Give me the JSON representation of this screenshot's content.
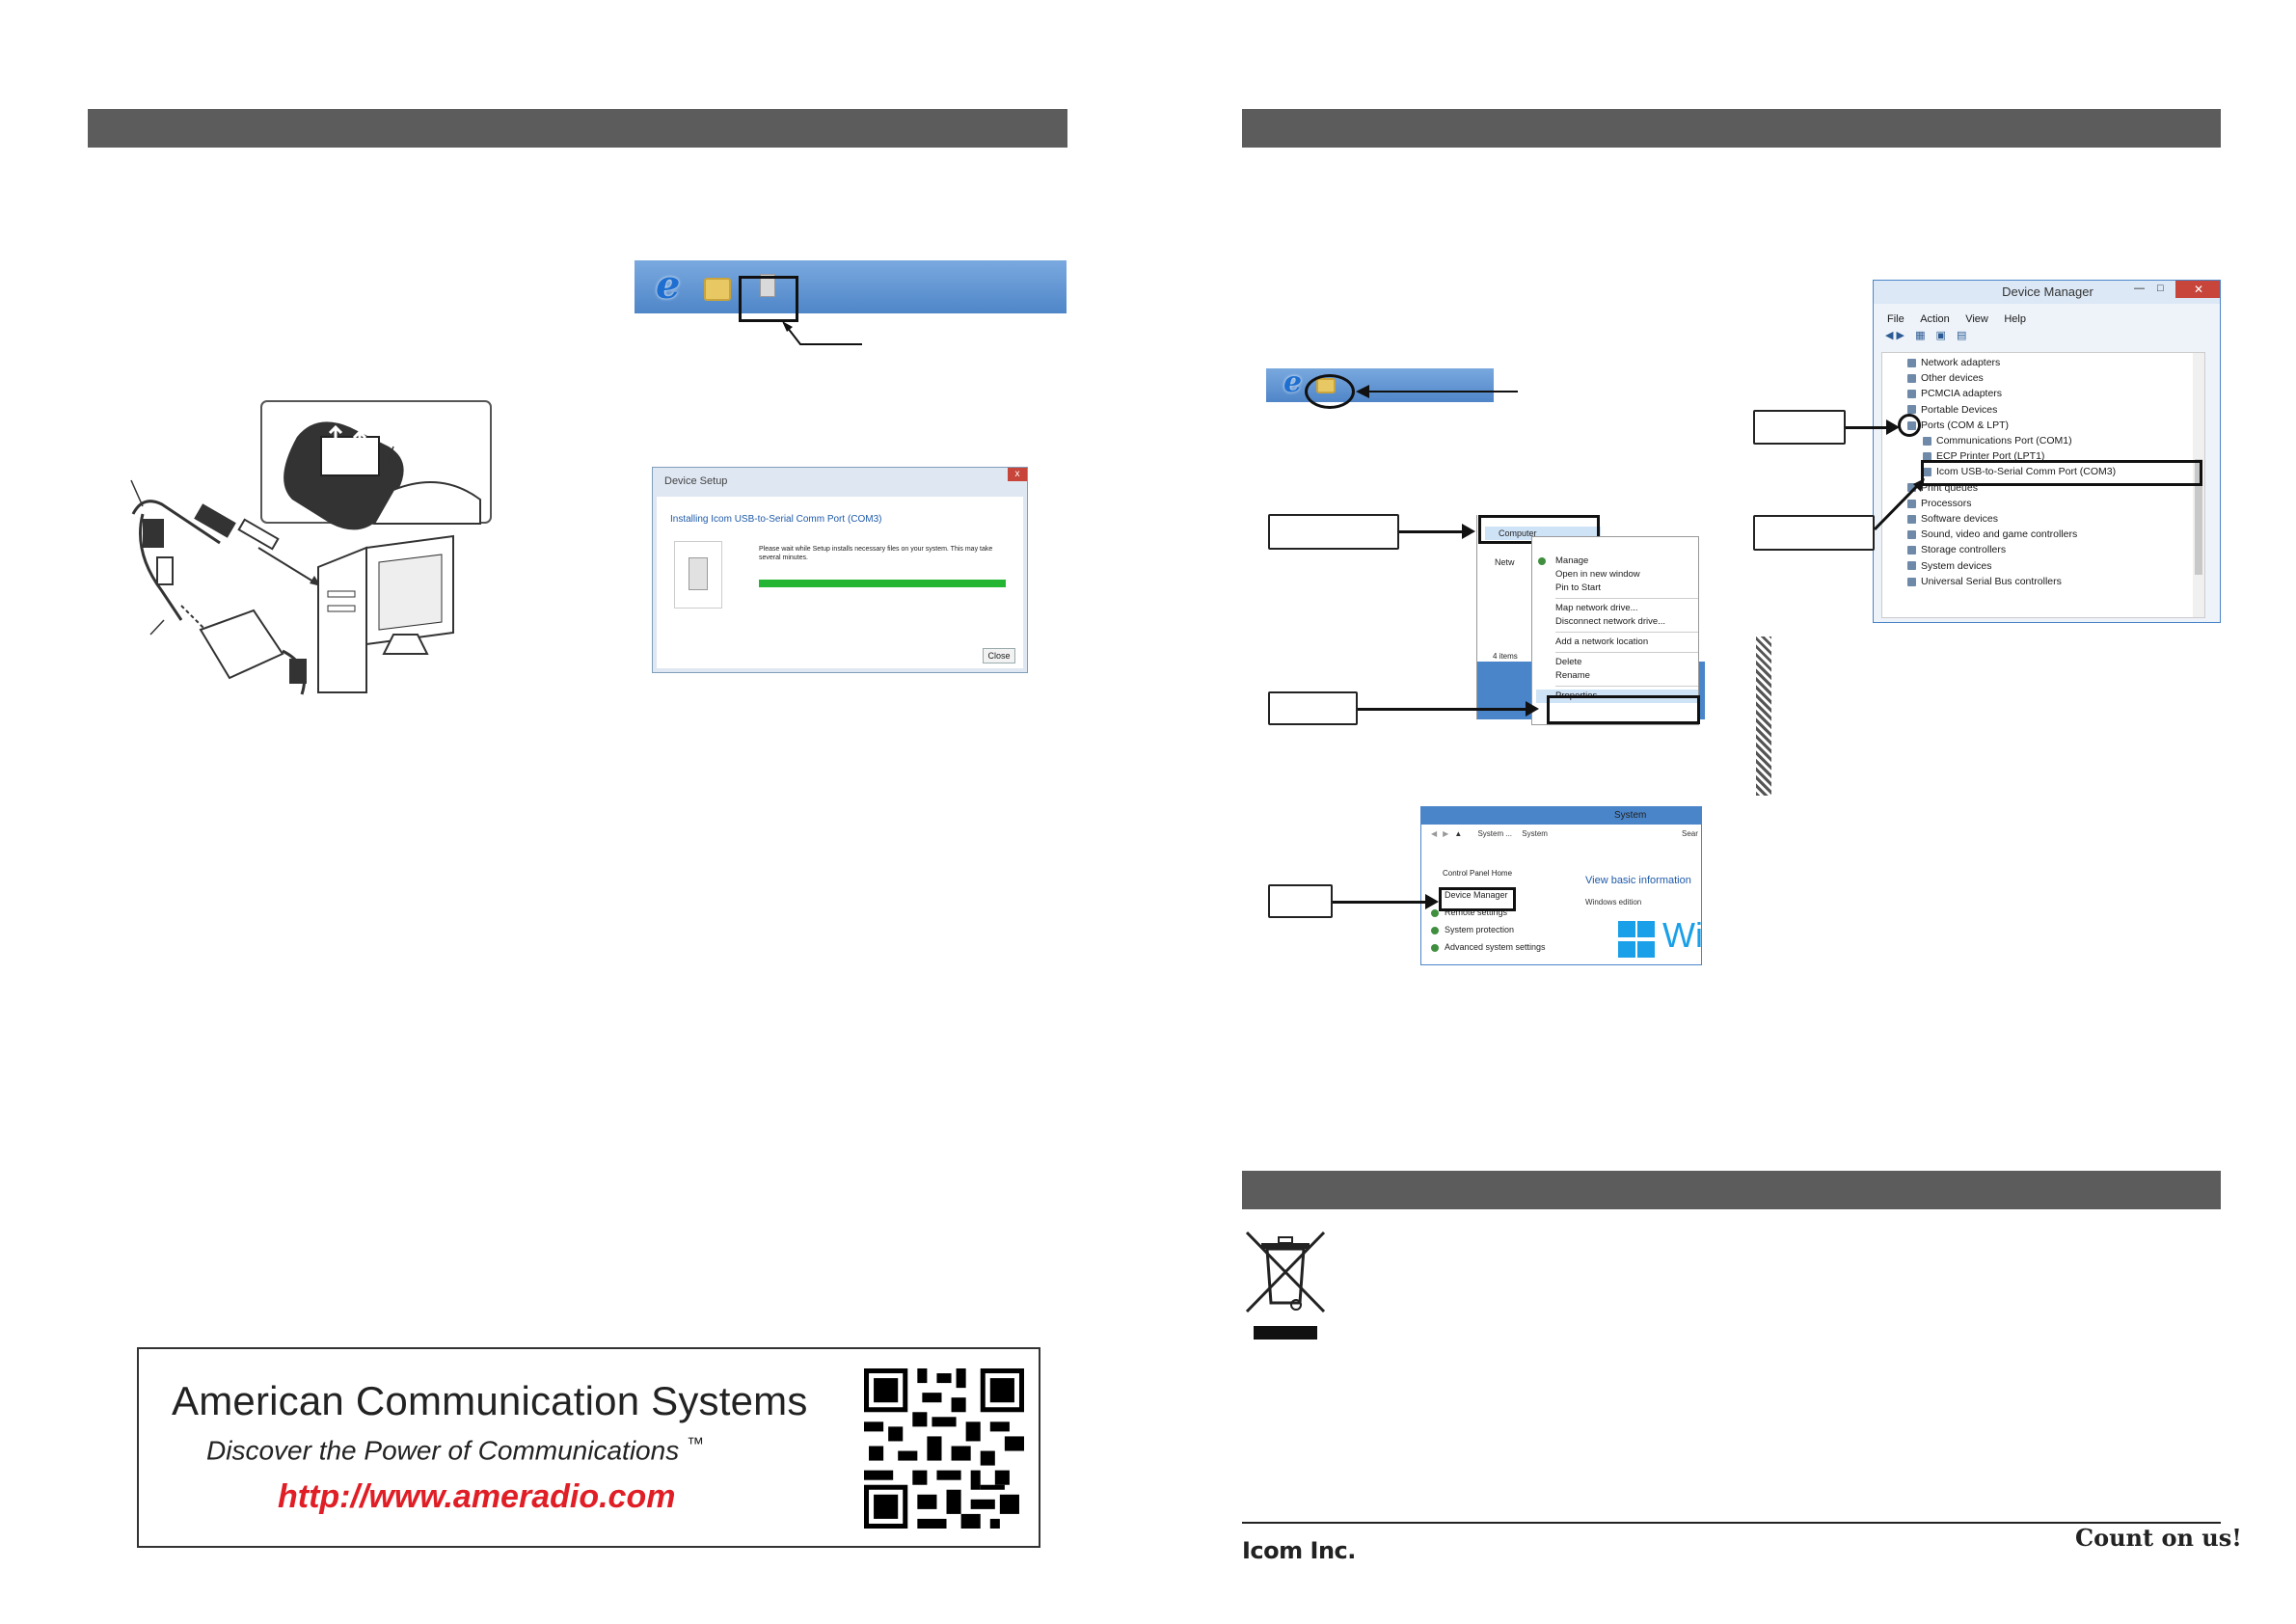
{
  "install_dialog": {
    "title": "Device Setup",
    "close_x": "x",
    "heading": "Installing Icom USB-to-Serial Comm Port (COM3)",
    "message": "Please wait while Setup installs necessary files on your system. This may take several minutes.",
    "close_button": "Close",
    "progress": 1.0
  },
  "context_menu": {
    "selected_item": "Computer",
    "network_item": "Netw",
    "items_count": "4 items",
    "items": [
      "Manage",
      "Open in new window",
      "Pin to Start",
      "Map network drive...",
      "Disconnect network drive...",
      "Add a network location",
      "Delete",
      "Rename",
      "Properties"
    ]
  },
  "system_window": {
    "title": "System",
    "address": [
      "System ...",
      "System"
    ],
    "search_stub": "Sear",
    "control_panel_home": "Control Panel Home",
    "view_basic": "View basic information",
    "windows_edition": "Windows edition",
    "win_logo_text": "Wir",
    "links": [
      "Device Manager",
      "Remote settings",
      "System protection",
      "Advanced system settings"
    ]
  },
  "device_manager": {
    "title": "Device Manager",
    "menu": [
      "File",
      "Action",
      "View",
      "Help"
    ],
    "items": [
      "Network adapters",
      "Other devices",
      "PCMCIA adapters",
      "Portable Devices",
      "Ports (COM & LPT)",
      "Communications Port (COM1)",
      "ECP Printer Port (LPT1)",
      "Icom USB-to-Serial Comm Port (COM3)",
      "Print queues",
      "Processors",
      "Software devices",
      "Sound, video and game controllers",
      "Storage controllers",
      "System devices",
      "Universal Serial Bus controllers"
    ]
  },
  "banner": {
    "company": "American Communication Systems",
    "slogan": "Discover the Power of Communications",
    "trademark": "™",
    "url": "http://www.ameradio.com"
  },
  "footer": {
    "company": "Icom Inc.",
    "tagline": "Count on us!"
  }
}
